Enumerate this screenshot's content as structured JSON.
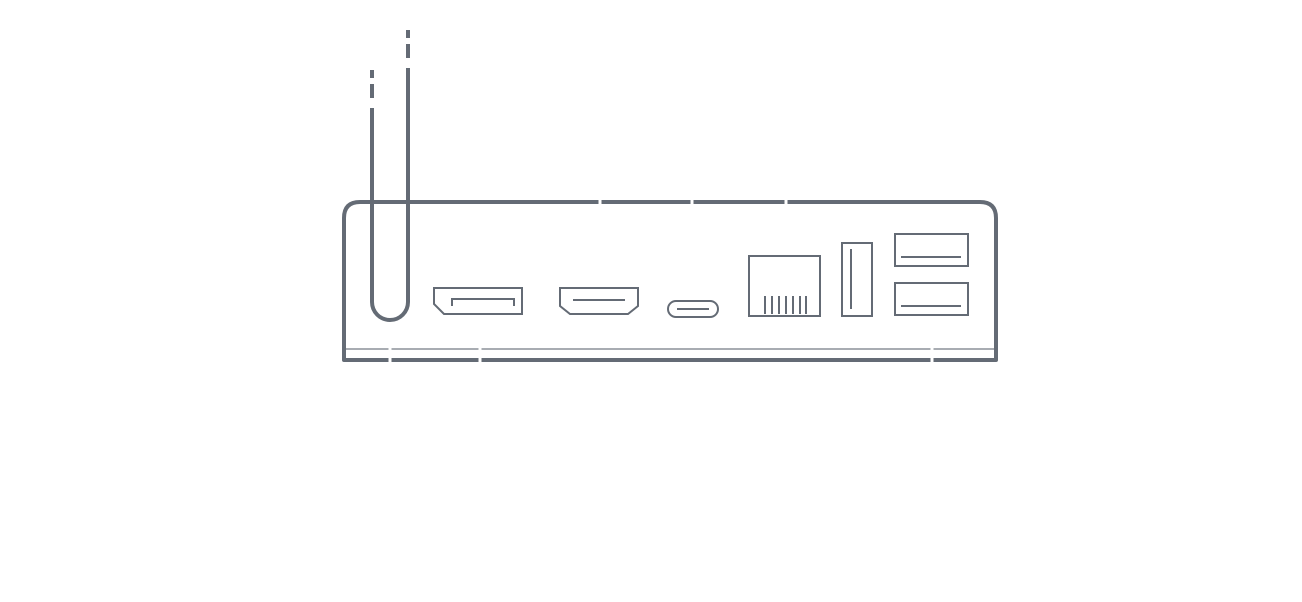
{
  "diagram": {
    "subject": "device-rear-port-panel",
    "colors": {
      "background": "#ffffff",
      "stroke": "#646b75",
      "stroke_light": "#a8acb2",
      "gap": "#ffffff"
    },
    "ports": [
      {
        "id": "antenna",
        "icon": "antenna-icon"
      },
      {
        "id": "displayport",
        "icon": "displayport-icon"
      },
      {
        "id": "hdmi",
        "icon": "hdmi-icon"
      },
      {
        "id": "usb-c",
        "icon": "usb-c-icon"
      },
      {
        "id": "ethernet",
        "icon": "ethernet-icon"
      },
      {
        "id": "usb-a-vertical",
        "icon": "usb-a-icon"
      },
      {
        "id": "usb-a-top",
        "icon": "usb-a-icon"
      },
      {
        "id": "usb-a-bottom",
        "icon": "usb-a-icon"
      }
    ]
  }
}
